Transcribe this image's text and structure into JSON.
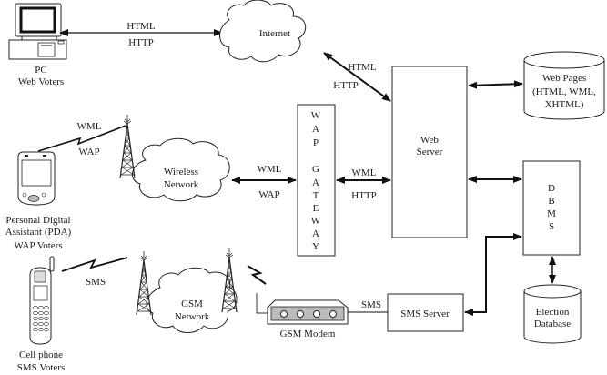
{
  "diagram": {
    "title": "Web/WAP/SMS voting system architecture",
    "nodes": {
      "pc": {
        "line1": "PC",
        "line2": "Web Voters"
      },
      "pda": {
        "line1": "Personal Digital",
        "line2": "Assistant (PDA)",
        "line3": "WAP Voters"
      },
      "cellphone": {
        "line1": "Cell phone",
        "line2": "SMS Voters"
      },
      "internet": {
        "label": "Internet"
      },
      "wireless_network": {
        "line1": "Wireless",
        "line2": "Network"
      },
      "gsm_network": {
        "line1": "GSM",
        "line2": "Network"
      },
      "wap_gateway": {
        "letters": [
          "W",
          "A",
          "P",
          "",
          "G",
          "A",
          "T",
          "E",
          "W",
          "A",
          "Y"
        ]
      },
      "web_server": {
        "line1": "Web",
        "line2": "Server"
      },
      "web_pages": {
        "line1": "Web Pages",
        "line2": "(HTML, WML,",
        "line3": "XHTML)"
      },
      "dbms": {
        "letters": [
          "D",
          "B",
          "M",
          "S"
        ]
      },
      "election_db": {
        "line1": "Election",
        "line2": "Database"
      },
      "gsm_modem": {
        "label": "GSM Modem"
      },
      "sms_server": {
        "label": "SMS Server"
      }
    },
    "edges": {
      "pc_internet": {
        "top": "HTML",
        "bottom": "HTTP"
      },
      "internet_webserver": {
        "top": "HTML",
        "bottom": "HTTP"
      },
      "pda_wireless": {
        "top": "WML",
        "bottom": "WAP"
      },
      "wireless_gateway": {
        "top": "WML",
        "bottom": "WAP"
      },
      "gateway_webserver": {
        "top": "WML",
        "bottom": "HTTP"
      },
      "phone_gsm": {
        "label": "SMS"
      },
      "modem_smsserver": {
        "label": "SMS"
      }
    }
  }
}
